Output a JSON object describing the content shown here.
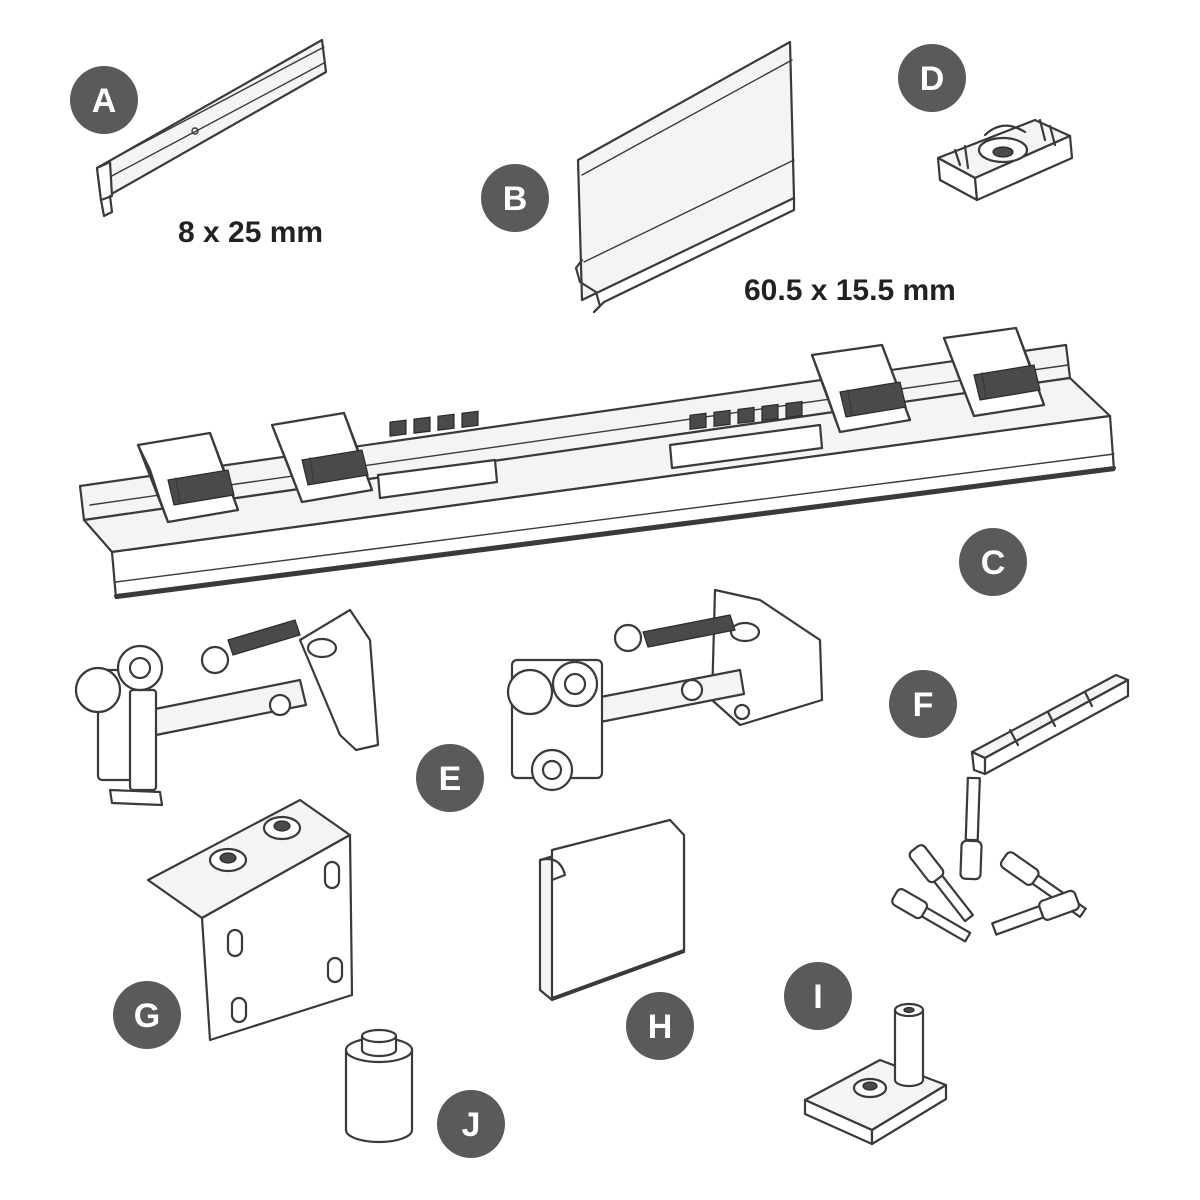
{
  "parts": [
    {
      "letter": "A",
      "dimension": "8 x 25 mm"
    },
    {
      "letter": "B",
      "dimension": "60.5 x 15.5 mm"
    },
    {
      "letter": "C"
    },
    {
      "letter": "D"
    },
    {
      "letter": "E"
    },
    {
      "letter": "F"
    },
    {
      "letter": "G"
    },
    {
      "letter": "H"
    },
    {
      "letter": "I"
    },
    {
      "letter": "J"
    }
  ],
  "colors": {
    "badge": "#5a5a5a",
    "badge_text": "#ffffff",
    "line": "#3a3a3a"
  }
}
